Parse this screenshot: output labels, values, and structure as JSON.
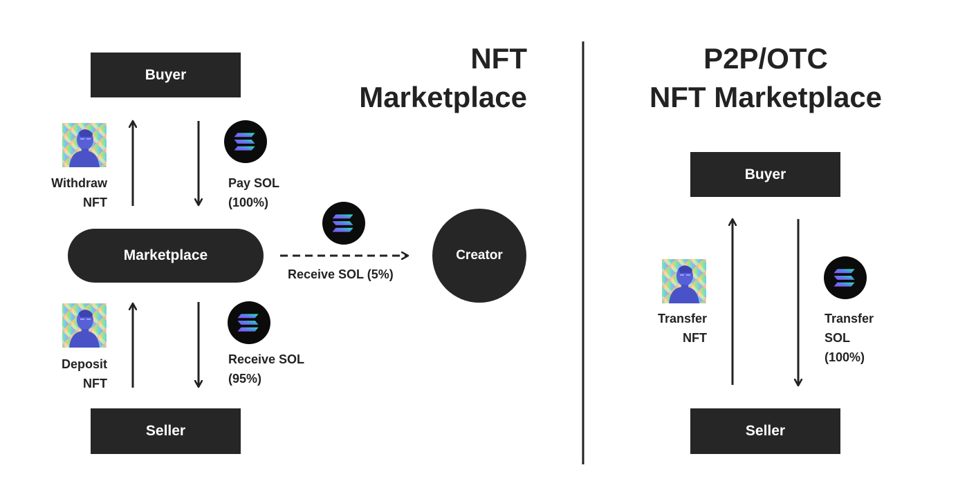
{
  "colors": {
    "box": "#262626",
    "text": "#222222",
    "background": "#ffffff"
  },
  "left": {
    "title_line1": "NFT",
    "title_line2": "Marketplace",
    "buyer": "Buyer",
    "marketplace": "Marketplace",
    "seller": "Seller",
    "creator": "Creator",
    "withdraw_line1": "Withdraw",
    "withdraw_line2": "NFT",
    "pay_line1": "Pay SOL",
    "pay_line2": "(100%)",
    "deposit_line1": "Deposit",
    "deposit_line2": "NFT",
    "receive_line1": "Receive SOL",
    "receive_line2": "(95%)",
    "creator_receive": "Receive SOL (5%)"
  },
  "right": {
    "title_line1": "P2P/OTC",
    "title_line2": "NFT Marketplace",
    "buyer": "Buyer",
    "seller": "Seller",
    "transfer_nft_line1": "Transfer",
    "transfer_nft_line2": "NFT",
    "transfer_sol_line1": "Transfer",
    "transfer_sol_line2": "SOL",
    "transfer_sol_line3": "(100%)"
  },
  "icons": [
    "nft-avatar-icon",
    "solana-logo-icon"
  ]
}
